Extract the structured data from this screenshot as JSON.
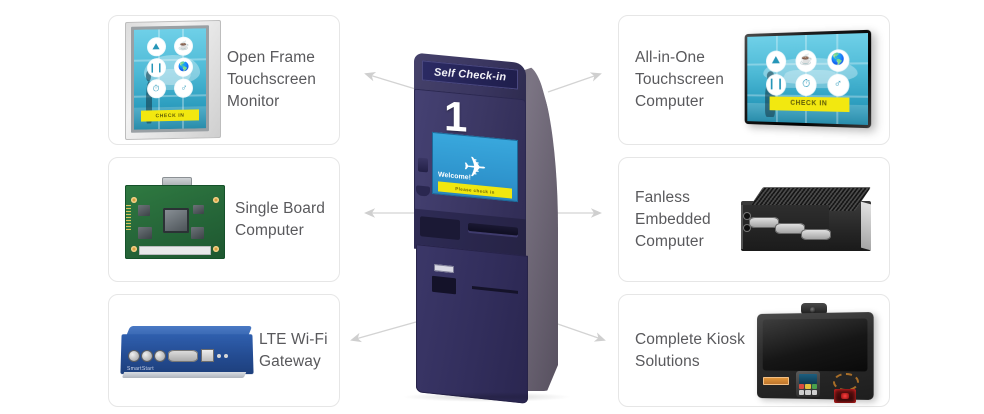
{
  "diagram": {
    "center": {
      "title": "Self Check-in",
      "number": "1",
      "screen_welcome": "Welcome!",
      "screen_strip": "Please check in",
      "alt": "airport self check-in kiosk"
    },
    "arrow_color": "#d3d3d3"
  },
  "cards": {
    "left": [
      {
        "id": "open-frame-touchscreen-monitor",
        "label": "Open Frame\nTouchscreen\nMonitor",
        "art": "open-frame-monitor",
        "screen": {
          "button": "CHECK IN",
          "icons": [
            "mountain-icon",
            "meal-icon",
            "pause-icon",
            "globe-icon",
            "clock-icon",
            "person-walk-icon"
          ]
        }
      },
      {
        "id": "single-board-computer",
        "label": "Single Board\nComputer",
        "art": "single-board-computer"
      },
      {
        "id": "lte-wifi-gateway",
        "label": "LTE Wi-Fi\nGateway",
        "art": "lte-wifi-gateway",
        "brand": "SmartStart"
      }
    ],
    "right": [
      {
        "id": "all-in-one-touchscreen-computer",
        "label": "All-in-One\nTouchscreen\nComputer",
        "art": "all-in-one-touchscreen",
        "screen": {
          "button": "CHECK IN",
          "icons": [
            "mountain-icon",
            "meal-icon",
            "globe-icon",
            "pause-icon",
            "clock-icon",
            "person-walk-icon"
          ]
        }
      },
      {
        "id": "fanless-embedded-computer",
        "label": "Fanless\nEmbedded\nComputer",
        "art": "fanless-embedded-computer"
      },
      {
        "id": "complete-kiosk-solutions",
        "label": "Complete Kiosk\nSolutions",
        "art": "complete-kiosk-solution"
      }
    ]
  },
  "colors": {
    "text": "#59595c",
    "card_border": "#e6e6e6",
    "background": "#ffffff",
    "kiosk_blue": "#3b3768",
    "kiosk_gray": "#6b6473",
    "accent_yellow": "#f0e70f",
    "screen_cyan": "#39a8dd"
  }
}
